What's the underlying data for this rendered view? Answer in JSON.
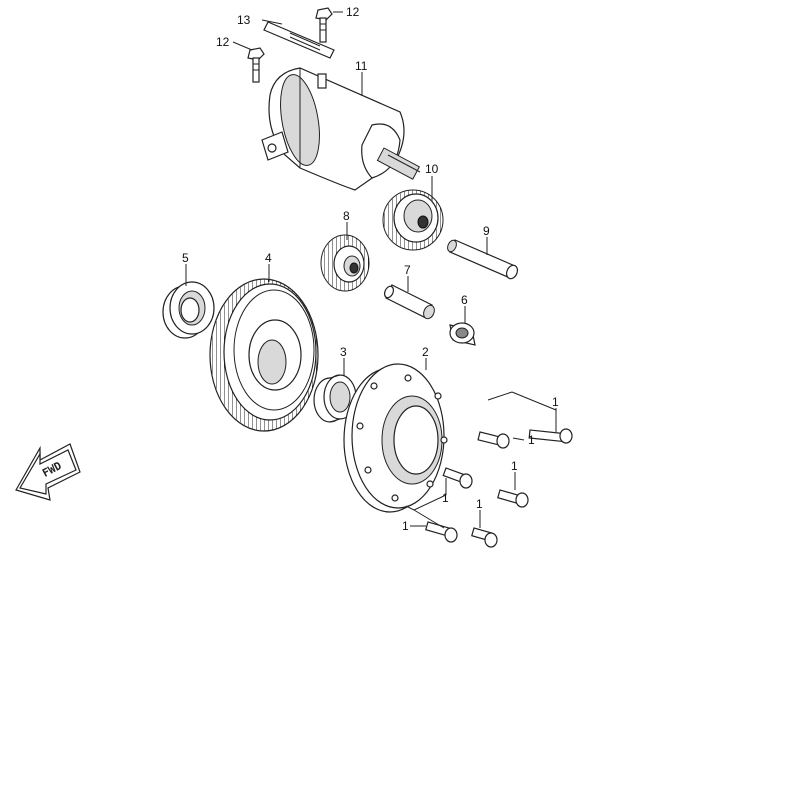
{
  "callouts": [
    {
      "id": "13",
      "label": "13"
    },
    {
      "id": "12a",
      "label": "12"
    },
    {
      "id": "12b",
      "label": "12"
    },
    {
      "id": "11",
      "label": "11"
    },
    {
      "id": "10",
      "label": "10"
    },
    {
      "id": "9",
      "label": "9"
    },
    {
      "id": "8",
      "label": "8"
    },
    {
      "id": "7",
      "label": "7"
    },
    {
      "id": "6",
      "label": "6"
    },
    {
      "id": "5",
      "label": "5"
    },
    {
      "id": "4",
      "label": "4"
    },
    {
      "id": "3",
      "label": "3"
    },
    {
      "id": "2",
      "label": "2"
    },
    {
      "id": "1a",
      "label": "1"
    },
    {
      "id": "1b",
      "label": "1"
    },
    {
      "id": "1c",
      "label": "1"
    },
    {
      "id": "1d",
      "label": "1"
    },
    {
      "id": "1e",
      "label": "1"
    },
    {
      "id": "1f",
      "label": "1"
    }
  ],
  "fwd_arrow": {
    "label": "FWD"
  }
}
